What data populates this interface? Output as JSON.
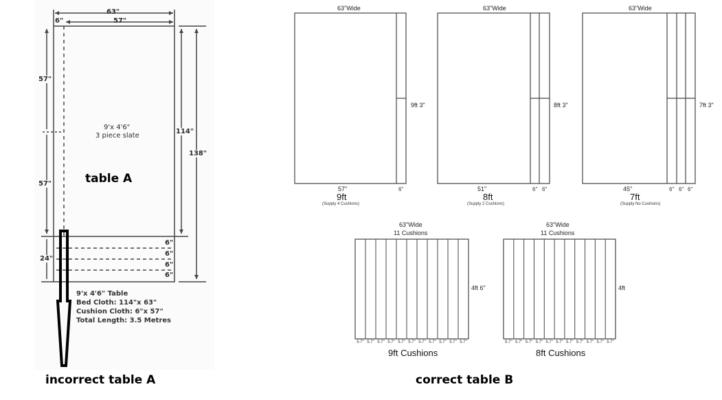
{
  "left_diagram": {
    "top_dims": {
      "total_width": "63\"",
      "rail": "6\"",
      "bed_width": "57\""
    },
    "left_dims": {
      "upper": "57\"",
      "lower": "57\"",
      "cushion_block": "24\""
    },
    "right_dims": {
      "bed_length": "114\"",
      "total_length": "138\""
    },
    "slate_label_line1": "9'x 4'6\"",
    "slate_label_line2": "3 piece slate",
    "overlay_label": "table A",
    "cushion_strips": [
      "6\"",
      "6\"",
      "6\"",
      "6\""
    ],
    "spec_lines": [
      "9'x 4'6\" Table",
      "Bed Cloth: 114\"x 63\"",
      "Cushion Cloth: 6\"x 57\"",
      "Total Length: 3.5 Metres"
    ],
    "caption": "incorrect  table A"
  },
  "right_diagrams": {
    "tables": [
      {
        "width_label": "63\"Wide",
        "length_label": "9ft 3\"",
        "bed": "57\"",
        "strips": [
          "6\""
        ],
        "size": "9ft",
        "note": "(Supply 4 Cushions)"
      },
      {
        "width_label": "63\"Wide",
        "length_label": "8ft 3\"",
        "bed": "51\"",
        "strips": [
          "6\"",
          "6\""
        ],
        "size": "8ft",
        "note": "(Supply 2 Cushions)"
      },
      {
        "width_label": "63\"Wide",
        "length_label": "7ft 3\"",
        "bed": "45\"",
        "strips": [
          "6\"",
          "6\"",
          "6\""
        ],
        "size": "7ft",
        "note": "(Supply No Cushions)"
      }
    ],
    "cushion_panels": [
      {
        "width_label": "63\"Wide",
        "count_label": "11 Cushions",
        "height_label": "4ft 6\"",
        "strip_labels": [
          "5.7\"",
          "5.7\"",
          "5.7\"",
          "5.7\"",
          "5.7\"",
          "5.7\"",
          "5.7\"",
          "5.7\"",
          "5.7\"",
          "5.7\"",
          "5.7\""
        ],
        "caption": "9ft Cushions"
      },
      {
        "width_label": "63\"Wide",
        "count_label": "11 Cushions",
        "height_label": "4ft",
        "strip_labels": [
          "5.7\"",
          "5.7\"",
          "5.7\"",
          "5.7\"",
          "5.7\"",
          "5.7\"",
          "5.7\"",
          "5.7\"",
          "5.7\"",
          "5.7\"",
          "5.7\""
        ],
        "caption": "8ft Cushions"
      }
    ],
    "caption": "correct table B"
  }
}
